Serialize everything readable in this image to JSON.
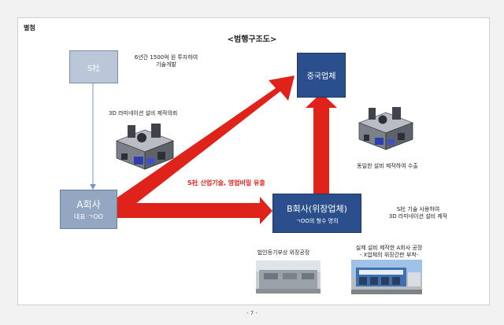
{
  "header": {
    "attachment_label": "별첨",
    "title": "<범행구조도>"
  },
  "nodes": {
    "s_company": {
      "label": "S社"
    },
    "china_company": {
      "label": "중국업체"
    },
    "a_company": {
      "label": "A회사",
      "sub": "대표 ㄱOO"
    },
    "b_company": {
      "label": "B회사(위장업체)",
      "sub": "ㄱOO의 형수 명의"
    }
  },
  "annotations": {
    "investment_line1": "6년간 1500억 원 투자하여",
    "investment_line2": "기술개발",
    "request": "3D 라미네이션 설비 제작의뢰",
    "export": "동일한 설비 제작하여 수출",
    "s_tech_line1": "S社 기술 사용하여",
    "s_tech_line2": "3D 라미네이션 설비 제작",
    "leak": "S社 산업기술, 영업비밀 유출",
    "registered_factory": "법인등기부상 위장공장",
    "real_factory_line1": "실제 설비 제작한 A회사 공장",
    "real_factory_line2": "- X업체의 위장간판 부착-"
  },
  "colors": {
    "arrow_red": "#e0231a",
    "box_dark": "#2b4f8c",
    "box_light": "#93a7c2"
  },
  "footer": {
    "page": "- 7 -"
  }
}
